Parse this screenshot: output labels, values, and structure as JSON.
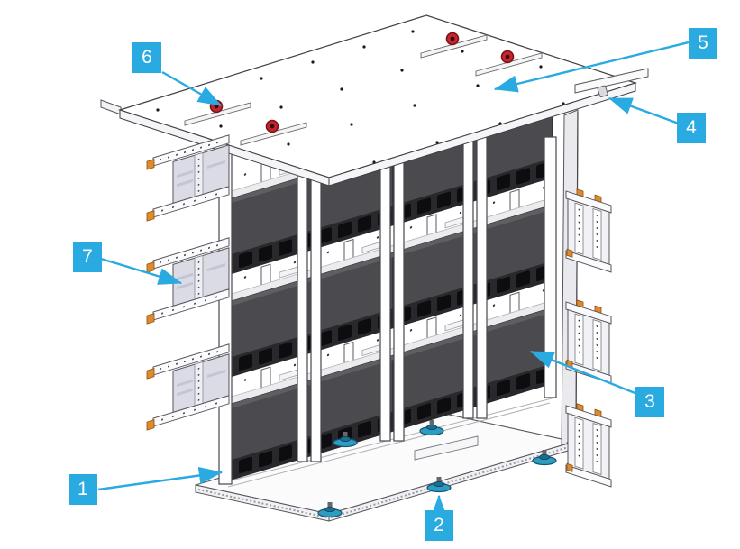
{
  "callouts": [
    {
      "label": "1"
    },
    {
      "label": "2"
    },
    {
      "label": "3"
    },
    {
      "label": "4"
    },
    {
      "label": "5"
    },
    {
      "label": "6"
    },
    {
      "label": "7"
    }
  ],
  "colors": {
    "callout_blue": "#29ABE2",
    "module_dark": "#4B4B4F",
    "vent_band_dark": "#29292D",
    "lifting_eye_red": "#C1272D",
    "leveling_foot_teal": "#2D9CC0",
    "bracket_orange": "#E08A2E",
    "outline_gray": "#3F3F46",
    "side_panel_lavender": "#DADBE4"
  }
}
